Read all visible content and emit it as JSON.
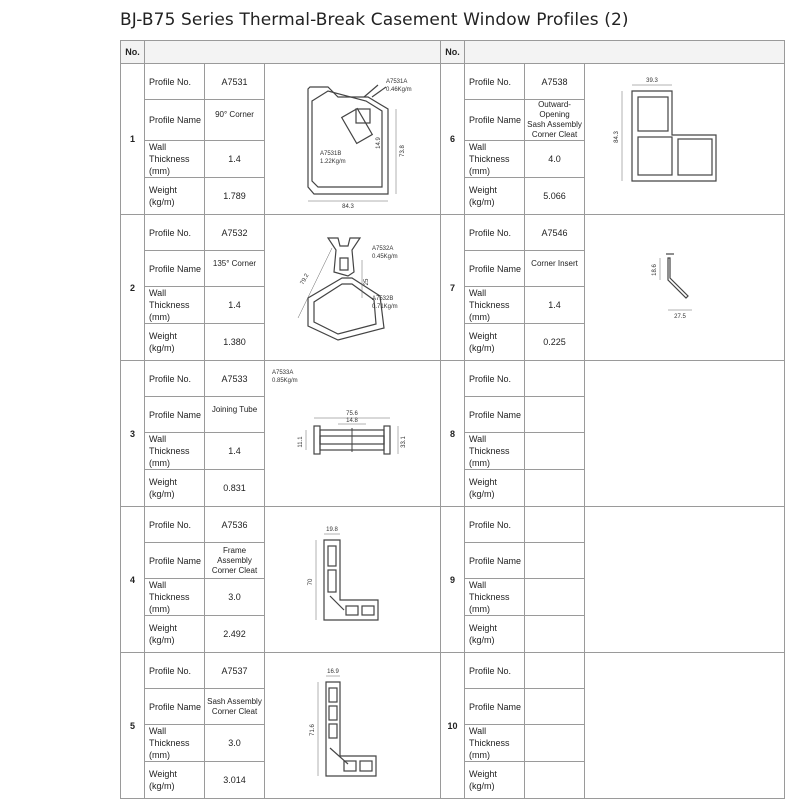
{
  "title": "BJ-B75 Series Thermal-Break Casement Window Profiles (2)",
  "header": {
    "no": "No."
  },
  "labels": {
    "profile_no": "Profile No.",
    "profile_name": "Profile Name",
    "wall_thickness_1": "Wall Thickness",
    "wall_thickness_2": "(mm)",
    "weight_1": "Weight",
    "weight_2": "(kg/m)"
  },
  "rows_left": [
    {
      "no": "1",
      "profile_no": "A7531",
      "name_1": "90° Corner",
      "name_2": "",
      "name_3": "",
      "wall": "1.4",
      "weight": "1.789",
      "dims": {
        "a": "A7531A",
        "a_w": "0.46Kg/m",
        "b": "A7531B",
        "b_w": "1.22Kg/m",
        "d1": "14.9",
        "d2": "73.8",
        "d3": "84.3"
      }
    },
    {
      "no": "2",
      "profile_no": "A7532",
      "name_1": "135° Corner",
      "name_2": "",
      "name_3": "",
      "wall": "1.4",
      "weight": "1.380",
      "dims": {
        "a": "A7532A",
        "a_w": "0.45Kg/m",
        "b": "A7532B",
        "b_w": "0.71Kg/m",
        "d1": "79.2",
        "d2": "25"
      }
    },
    {
      "no": "3",
      "profile_no": "A7533",
      "name_1": "Joining Tube",
      "name_2": "",
      "name_3": "",
      "wall": "1.4",
      "weight": "0.831",
      "dims": {
        "a": "A7533A",
        "a_w": "0.85Kg/m",
        "d1": "75.6",
        "d2": "14.8",
        "d3": "11.1",
        "d4": "33.1"
      }
    },
    {
      "no": "4",
      "profile_no": "A7536",
      "name_1": "Frame Assembly",
      "name_2": "Corner Cleat",
      "name_3": "",
      "wall": "3.0",
      "weight": "2.492",
      "dims": {
        "d1": "19.8",
        "d2": "70"
      }
    },
    {
      "no": "5",
      "profile_no": "A7537",
      "name_1": "Sash Assembly",
      "name_2": "Corner Cleat",
      "name_3": "",
      "wall": "3.0",
      "weight": "3.014",
      "dims": {
        "d1": "16.9",
        "d2": "71.6"
      }
    }
  ],
  "rows_right": [
    {
      "no": "6",
      "profile_no": "A7538",
      "name_1": "Outward-Opening",
      "name_2": "Sash Assembly",
      "name_3": "Corner Cleat",
      "wall": "4.0",
      "weight": "5.066",
      "dims": {
        "d1": "39.3",
        "d2": "84.3"
      }
    },
    {
      "no": "7",
      "profile_no": "A7546",
      "name_1": "Corner Insert",
      "name_2": "",
      "name_3": "",
      "wall": "1.4",
      "weight": "0.225",
      "dims": {
        "d1": "18.6",
        "d2": "27.5"
      }
    },
    {
      "no": "8",
      "profile_no": "",
      "name_1": "",
      "name_2": "",
      "name_3": "",
      "wall": "",
      "weight": ""
    },
    {
      "no": "9",
      "profile_no": "",
      "name_1": "",
      "name_2": "",
      "name_3": "",
      "wall": "",
      "weight": ""
    },
    {
      "no": "10",
      "profile_no": "",
      "name_1": "",
      "name_2": "",
      "name_3": "",
      "wall": "",
      "weight": ""
    }
  ]
}
